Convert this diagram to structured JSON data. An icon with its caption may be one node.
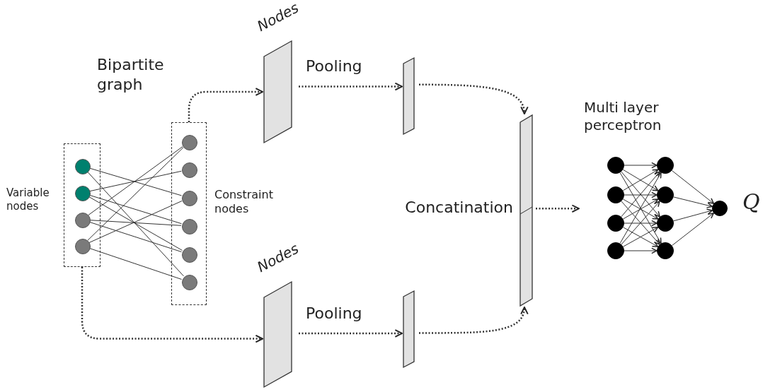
{
  "diagram": {
    "nodes": [
      {
        "text": [
          "Variable nodes"
        ]
      },
      {
        "text": [
          "Constraint nodes"
        ]
      },
      {
        "text": [],
        "shape": "circle",
        "in": 0
      },
      {
        "text": [],
        "shape": "circle",
        "in": 0
      },
      {
        "text": [],
        "shape": "circle",
        "in": 0
      },
      {
        "text": [],
        "shape": "circle",
        "in": 0
      },
      {
        "text": [],
        "shape": "circle",
        "in": 1
      },
      {
        "text": [],
        "shape": "circle",
        "in": 1
      },
      {
        "text": [],
        "shape": "circle",
        "in": 1
      },
      {
        "text": [],
        "shape": "circle",
        "in": 1
      },
      {
        "text": [],
        "shape": "circle",
        "in": 1
      },
      {
        "text": [],
        "shape": "circle",
        "in": 1
      },
      {
        "text": [
          "Nodes"
        ]
      },
      {
        "text": [],
        "shape": "bar"
      },
      {
        "text": [
          "Nodes"
        ]
      },
      {
        "text": [],
        "shape": "bar"
      },
      {
        "text": [],
        "shape": "bar",
        "beside": [
          "Concatination"
        ]
      },
      {
        "text": [
          "Multi layer perceptron"
        ]
      },
      {
        "text": [],
        "shape": "circle",
        "in": 17
      },
      {
        "text": [],
        "shape": "circle",
        "in": 17
      },
      {
        "text": [],
        "shape": "circle",
        "in": 17
      },
      {
        "text": [],
        "shape": "circle",
        "in": 17
      },
      {
        "text": [],
        "shape": "circle",
        "in": 17
      },
      {
        "text": [],
        "shape": "circle",
        "in": 17
      },
      {
        "text": [],
        "shape": "circle",
        "in": 17
      },
      {
        "text": [],
        "shape": "circle",
        "in": 17
      },
      {
        "text": [],
        "shape": "circle",
        "in": 17,
        "beside": [
          "Q"
        ]
      }
    ],
    "edges": [
      {
        "from": 2,
        "to": 8,
        "arrow": "none"
      },
      {
        "from": 2,
        "to": 11,
        "arrow": "none"
      },
      {
        "from": 3,
        "to": 7,
        "arrow": "none"
      },
      {
        "from": 3,
        "to": 9,
        "arrow": "none"
      },
      {
        "from": 3,
        "to": 10,
        "arrow": "none"
      },
      {
        "from": 4,
        "to": 6,
        "arrow": "none"
      },
      {
        "from": 4,
        "to": 9,
        "arrow": "none"
      },
      {
        "from": 4,
        "to": 10,
        "arrow": "none"
      },
      {
        "from": 5,
        "to": 6,
        "arrow": "none"
      },
      {
        "from": 5,
        "to": 8,
        "arrow": "none"
      },
      {
        "from": 5,
        "to": 11,
        "arrow": "none"
      },
      {
        "from": 1,
        "to": 12,
        "arrow": "to",
        "style": "dashed"
      },
      {
        "from": 0,
        "to": 14,
        "arrow": "to",
        "style": "dashed"
      },
      {
        "from": 12,
        "to": 13,
        "arrow": "to",
        "style": "dashed",
        "label": "Pooling"
      },
      {
        "from": 14,
        "to": 15,
        "arrow": "to",
        "style": "dashed",
        "label": "Pooling"
      },
      {
        "from": 13,
        "to": 16,
        "arrow": "to",
        "style": "dashed"
      },
      {
        "from": 15,
        "to": 16,
        "arrow": "to",
        "style": "dashed"
      },
      {
        "from": 16,
        "to": 17,
        "arrow": "to",
        "style": "dashed"
      },
      {
        "from": 18,
        "to": 22,
        "arrow": "to"
      },
      {
        "from": 18,
        "to": 23,
        "arrow": "to"
      },
      {
        "from": 18,
        "to": 24,
        "arrow": "to"
      },
      {
        "from": 18,
        "to": 25,
        "arrow": "to"
      },
      {
        "from": 19,
        "to": 22,
        "arrow": "to"
      },
      {
        "from": 19,
        "to": 23,
        "arrow": "to"
      },
      {
        "from": 19,
        "to": 24,
        "arrow": "to"
      },
      {
        "from": 19,
        "to": 25,
        "arrow": "to"
      },
      {
        "from": 20,
        "to": 22,
        "arrow": "to"
      },
      {
        "from": 20,
        "to": 23,
        "arrow": "to"
      },
      {
        "from": 20,
        "to": 24,
        "arrow": "to"
      },
      {
        "from": 20,
        "to": 25,
        "arrow": "to"
      },
      {
        "from": 21,
        "to": 22,
        "arrow": "to"
      },
      {
        "from": 21,
        "to": 23,
        "arrow": "to"
      },
      {
        "from": 21,
        "to": 24,
        "arrow": "to"
      },
      {
        "from": 21,
        "to": 25,
        "arrow": "to"
      },
      {
        "from": 22,
        "to": 26,
        "arrow": "to"
      },
      {
        "from": 23,
        "to": 26,
        "arrow": "to"
      },
      {
        "from": 24,
        "to": 26,
        "arrow": "to"
      },
      {
        "from": 25,
        "to": 26,
        "arrow": "to"
      }
    ],
    "labels": [
      "Bipartite graph"
    ]
  }
}
